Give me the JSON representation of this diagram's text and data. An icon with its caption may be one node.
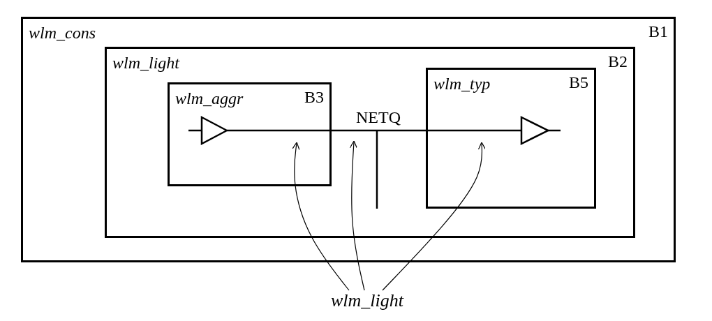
{
  "diagram": {
    "nodes": [
      {
        "text": [
          "wlm_cons",
          "B1"
        ]
      },
      {
        "text": [
          "wlm_light",
          "B2"
        ],
        "in": 0
      },
      {
        "text": [
          "wlm_aggr",
          "B3"
        ],
        "in": 1
      },
      {
        "text": [
          "wlm_typ",
          "B5"
        ],
        "in": 1
      },
      {
        "text": [],
        "shape": "triangle",
        "in": 2
      },
      {
        "text": [],
        "shape": "triangle",
        "in": 3
      },
      {
        "text": [
          "wlm_light"
        ]
      }
    ],
    "edges": [
      {
        "from": null,
        "to": 4,
        "arrow": "none"
      },
      {
        "from": 4,
        "to": 5,
        "arrow": "none"
      },
      {
        "from": 5,
        "to": null,
        "arrow": "none"
      },
      {
        "from": 6,
        "to": null,
        "arrow": "to"
      },
      {
        "from": 6,
        "to": null,
        "arrow": "to"
      },
      {
        "from": 6,
        "to": null,
        "arrow": "to"
      }
    ],
    "labels": [
      "NETQ"
    ]
  }
}
